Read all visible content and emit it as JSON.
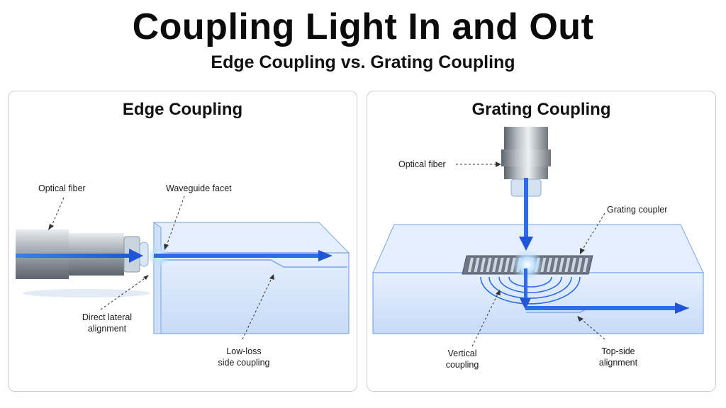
{
  "title": "Coupling Light In and Out",
  "subtitle": "Edge Coupling vs. Grating Coupling",
  "edge": {
    "title": "Edge Coupling",
    "labels": {
      "optical_fiber": "Optical fiber",
      "waveguide_facet": "Waveguide facet",
      "direct_lateral_1": "Direct lateral",
      "direct_lateral_2": "alignment",
      "low_loss_1": "Low-loss",
      "low_loss_2": "side coupling"
    }
  },
  "grating": {
    "title": "Grating Coupling",
    "labels": {
      "optical_fiber": "Optical fiber",
      "grating_coupler": "Grating coupler",
      "vertical_1": "Vertical",
      "vertical_2": "coupling",
      "top_side_1": "Top-side",
      "top_side_2": "alignment"
    }
  },
  "colors": {
    "beam": "#1f5fe0",
    "chip_fill": "#dbe8fb",
    "chip_edge": "#7ea6e3",
    "metal": "#9aa1a8"
  }
}
